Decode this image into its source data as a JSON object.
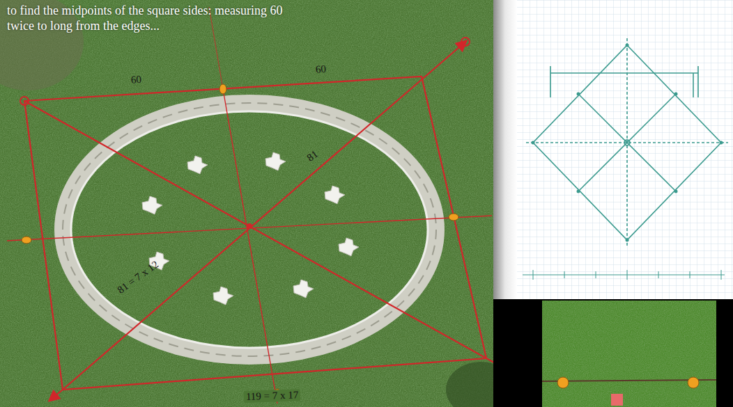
{
  "diagram": {
    "labels": [
      "to find the midpoints of the square sides: measuring 60 twice to long from the edges...",
      "60",
      "60",
      "81",
      "81 = 7 x 12",
      "119 = 7 x 17"
    ]
  }
}
